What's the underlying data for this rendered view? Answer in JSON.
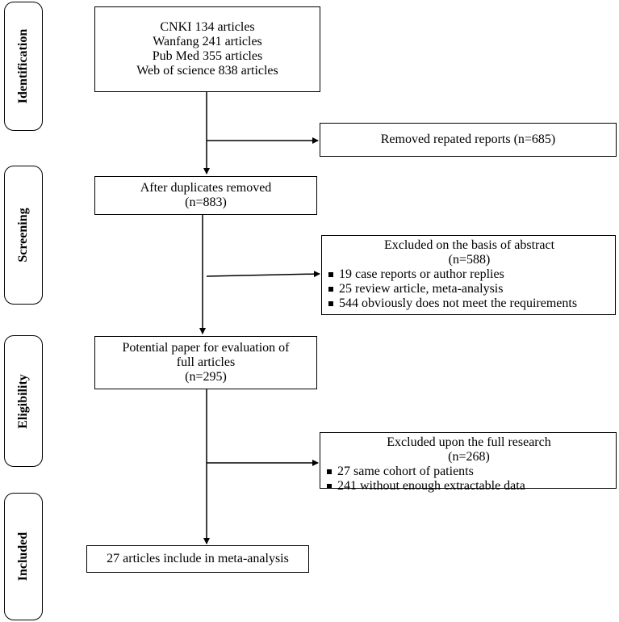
{
  "stages": [
    {
      "key": "identification",
      "label": "Identification"
    },
    {
      "key": "screening",
      "label": "Screening"
    },
    {
      "key": "eligibility",
      "label": "Eligibility"
    },
    {
      "key": "included",
      "label": "Included"
    }
  ],
  "sources_box": {
    "lines": [
      "CNKI 134 articles",
      "Wanfang 241 articles",
      "Pub Med 355 articles",
      "Web of science 838 articles"
    ]
  },
  "duplicates_removed_box": {
    "text": "Removed repated reports (n=685)"
  },
  "after_duplicates_box": {
    "title": "After duplicates removed",
    "count": "(n=883)"
  },
  "abstract_exclusion_box": {
    "title": "Excluded on the basis of abstract",
    "count": "(n=588)",
    "items": [
      "19 case reports or author replies",
      "25 review article, meta-analysis",
      "544 obviously does not meet the requirements"
    ]
  },
  "full_text_box": {
    "title_line1": "Potential paper for evaluation of",
    "title_line2": "full articles",
    "count": "(n=295)"
  },
  "full_research_exclusion_box": {
    "title": "Excluded upon the full research",
    "count": "(n=268)",
    "items": [
      "27 same cohort of patients",
      "241 without enough extractable data"
    ]
  },
  "included_box": {
    "text": "27 articles include in meta-analysis"
  }
}
